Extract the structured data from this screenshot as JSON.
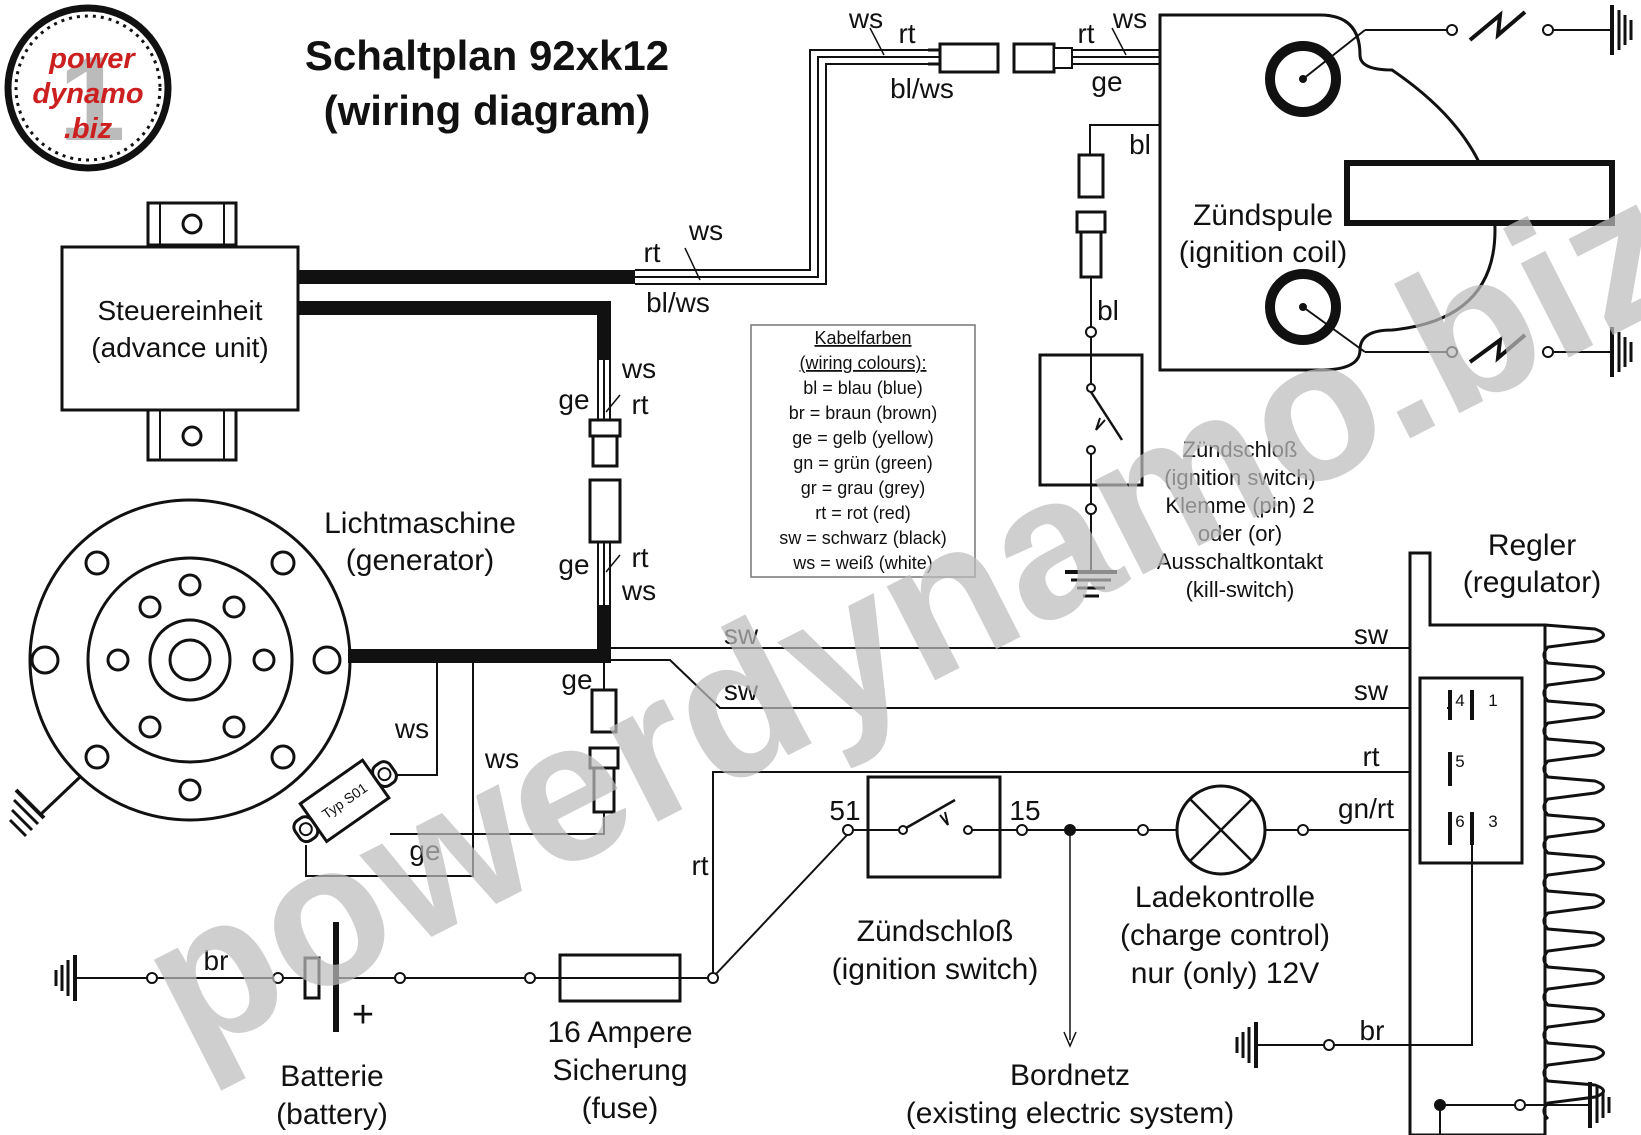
{
  "title": {
    "line1": "Schaltplan 92xk12",
    "line2": "(wiring diagram)"
  },
  "logo": {
    "line1": "power",
    "line2": "dynamo",
    "line3": ".biz",
    "digit": "1"
  },
  "watermark": "powerdynamo.biz",
  "components": {
    "advance_unit": {
      "line1": "Steuereinheit",
      "line2": "(advance unit)"
    },
    "generator": {
      "line1": "Lichtmaschine",
      "line2": "(generator)"
    },
    "ignition_coil": {
      "line1": "Zündspule",
      "line2": "(ignition coil)"
    },
    "kill_switch": {
      "line1": "Zündschloß",
      "line2": "(ignition switch)",
      "line3": "Klemme (pin) 2",
      "line4": "oder (or)",
      "line5": "Ausschaltkontakt",
      "line6": "(kill-switch)"
    },
    "regulator": {
      "line1": "Regler",
      "line2": "(regulator)",
      "pins": [
        "4",
        "1",
        "5",
        "6",
        "3"
      ]
    },
    "battery": {
      "line1": "Batterie",
      "line2": "(battery)",
      "plus": "+"
    },
    "fuse": {
      "line1": "16 Ampere",
      "line2": "Sicherung",
      "line3": "(fuse)"
    },
    "ignition_switch": {
      "line1": "Zündschloß",
      "line2": "(ignition switch)",
      "pin_left": "51",
      "pin_right": "15"
    },
    "charge_control": {
      "line1": "Ladekontrolle",
      "line2": "(charge control)",
      "line3": "nur (only) 12V"
    },
    "bordnetz": {
      "line1": "Bordnetz",
      "line2": "(existing electric system)"
    },
    "rectifier": {
      "label": "Typ S01"
    }
  },
  "legend": {
    "title": "Kabelfarben",
    "subtitle": "(wiring colours):",
    "items": [
      "bl = blau (blue)",
      "br = braun (brown)",
      "ge = gelb (yellow)",
      "gn = grün (green)",
      "gr = grau (grey)",
      "rt = rot (red)",
      "sw = schwarz (black)",
      "ws = weiß (white)"
    ]
  },
  "wire_labels": {
    "top_ws1": "ws",
    "top_rt1": "rt",
    "top_blws1": "bl/ws",
    "top_rt2": "rt",
    "top_ws2": "ws",
    "top_ge2": "ge",
    "coil_bl1": "bl",
    "coil_bl2": "bl",
    "au_rt": "rt",
    "au_ws": "ws",
    "au_blws": "bl/ws",
    "c1_ws": "ws",
    "c1_ge": "ge",
    "c1_rt": "rt",
    "c2_ge": "ge",
    "c2_rt": "rt",
    "c2_ws": "ws",
    "gen_sw1": "sw",
    "gen_sw2": "sw",
    "reg_sw1": "sw",
    "reg_sw2": "sw",
    "c3_ge": "ge",
    "gen_ws1": "ws",
    "gen_ws2": "ws",
    "rect_ge": "ge",
    "reg_rt": "rt",
    "fuse_rt": "rt",
    "reg_gnrt": "gn/rt",
    "bat_br": "br",
    "reg_br": "br"
  }
}
